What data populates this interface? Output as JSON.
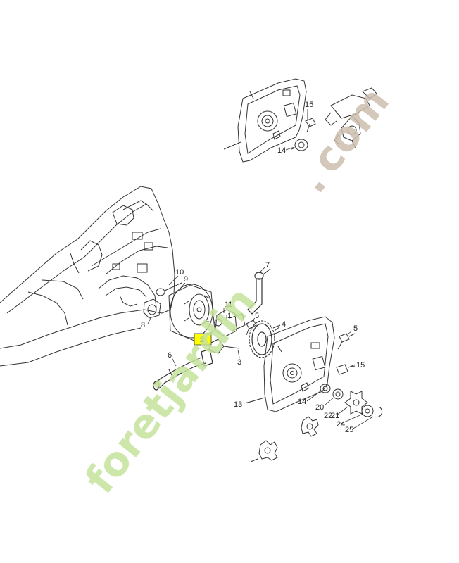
{
  "colors": {
    "line": "#333333",
    "highlight": "#ffff00",
    "watermark_green": "#c5e39c",
    "watermark_grey": "#cdbfae"
  },
  "watermark": {
    "text_main": "foretjardin",
    "text_dot": ".",
    "text_suffix": "com"
  },
  "highlight_label": "2",
  "labels": [
    {
      "id": "p15a",
      "text": "15"
    },
    {
      "id": "p14a",
      "text": "14"
    },
    {
      "id": "p10",
      "text": "10"
    },
    {
      "id": "p9",
      "text": "9"
    },
    {
      "id": "p7",
      "text": "7"
    },
    {
      "id": "p11",
      "text": "11"
    },
    {
      "id": "p1",
      "text": "1"
    },
    {
      "id": "p5a",
      "text": "5"
    },
    {
      "id": "p4",
      "text": "4"
    },
    {
      "id": "p5b",
      "text": "5"
    },
    {
      "id": "p8",
      "text": "8"
    },
    {
      "id": "p6",
      "text": "6"
    },
    {
      "id": "p3",
      "text": "3"
    },
    {
      "id": "p15b",
      "text": "15"
    },
    {
      "id": "p13",
      "text": "13"
    },
    {
      "id": "p14b",
      "text": "14"
    },
    {
      "id": "p20",
      "text": "20"
    },
    {
      "id": "p21",
      "text": "21"
    },
    {
      "id": "p22",
      "text": "22"
    },
    {
      "id": "p24",
      "text": "24"
    },
    {
      "id": "p25",
      "text": "25"
    }
  ]
}
